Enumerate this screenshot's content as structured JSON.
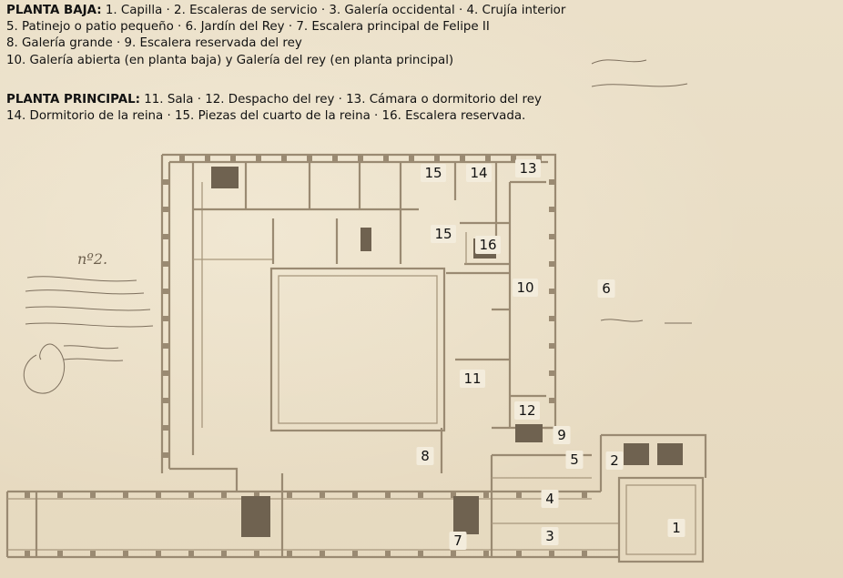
{
  "legend": {
    "ground_floor": {
      "heading": "PLANTA BAJA:",
      "lines": [
        "1. Capilla · 2. Escaleras de servicio · 3. Galería occidental · 4. Crujía interior",
        "5. Patinejo o patio pequeño · 6. Jardín del Rey · 7. Escalera principal de Felipe II",
        "8. Galería grande · 9. Escalera reservada del rey",
        "10. Galería abierta (en planta baja) y Galería del rey (en planta principal)"
      ]
    },
    "main_floor": {
      "heading": "PLANTA PRINCIPAL:",
      "lines": [
        "11. Sala · 12. Despacho del rey · 13. Cámara o dormitorio del rey",
        "14. Dormitorio de la reina · 15. Piezas del cuarto de la reina · 16. Escalera reservada."
      ]
    }
  },
  "plan_labels": [
    {
      "id": "1",
      "text": "1"
    },
    {
      "id": "2",
      "text": "2"
    },
    {
      "id": "3",
      "text": "3"
    },
    {
      "id": "4",
      "text": "4"
    },
    {
      "id": "5",
      "text": "5"
    },
    {
      "id": "6",
      "text": "6"
    },
    {
      "id": "7",
      "text": "7"
    },
    {
      "id": "8",
      "text": "8"
    },
    {
      "id": "9",
      "text": "9"
    },
    {
      "id": "10",
      "text": "10"
    },
    {
      "id": "11",
      "text": "11"
    },
    {
      "id": "12",
      "text": "12"
    },
    {
      "id": "13",
      "text": "13"
    },
    {
      "id": "14",
      "text": "14"
    },
    {
      "id": "15a",
      "text": "15"
    },
    {
      "id": "15b",
      "text": "15"
    },
    {
      "id": "16",
      "text": "16"
    }
  ],
  "manuscript": {
    "sheet_number": "nº2."
  },
  "colors": {
    "paper": "#e8dcc4",
    "ink_walls": "#9a8a72",
    "stairs": "#6f6250",
    "text": "#111111"
  }
}
